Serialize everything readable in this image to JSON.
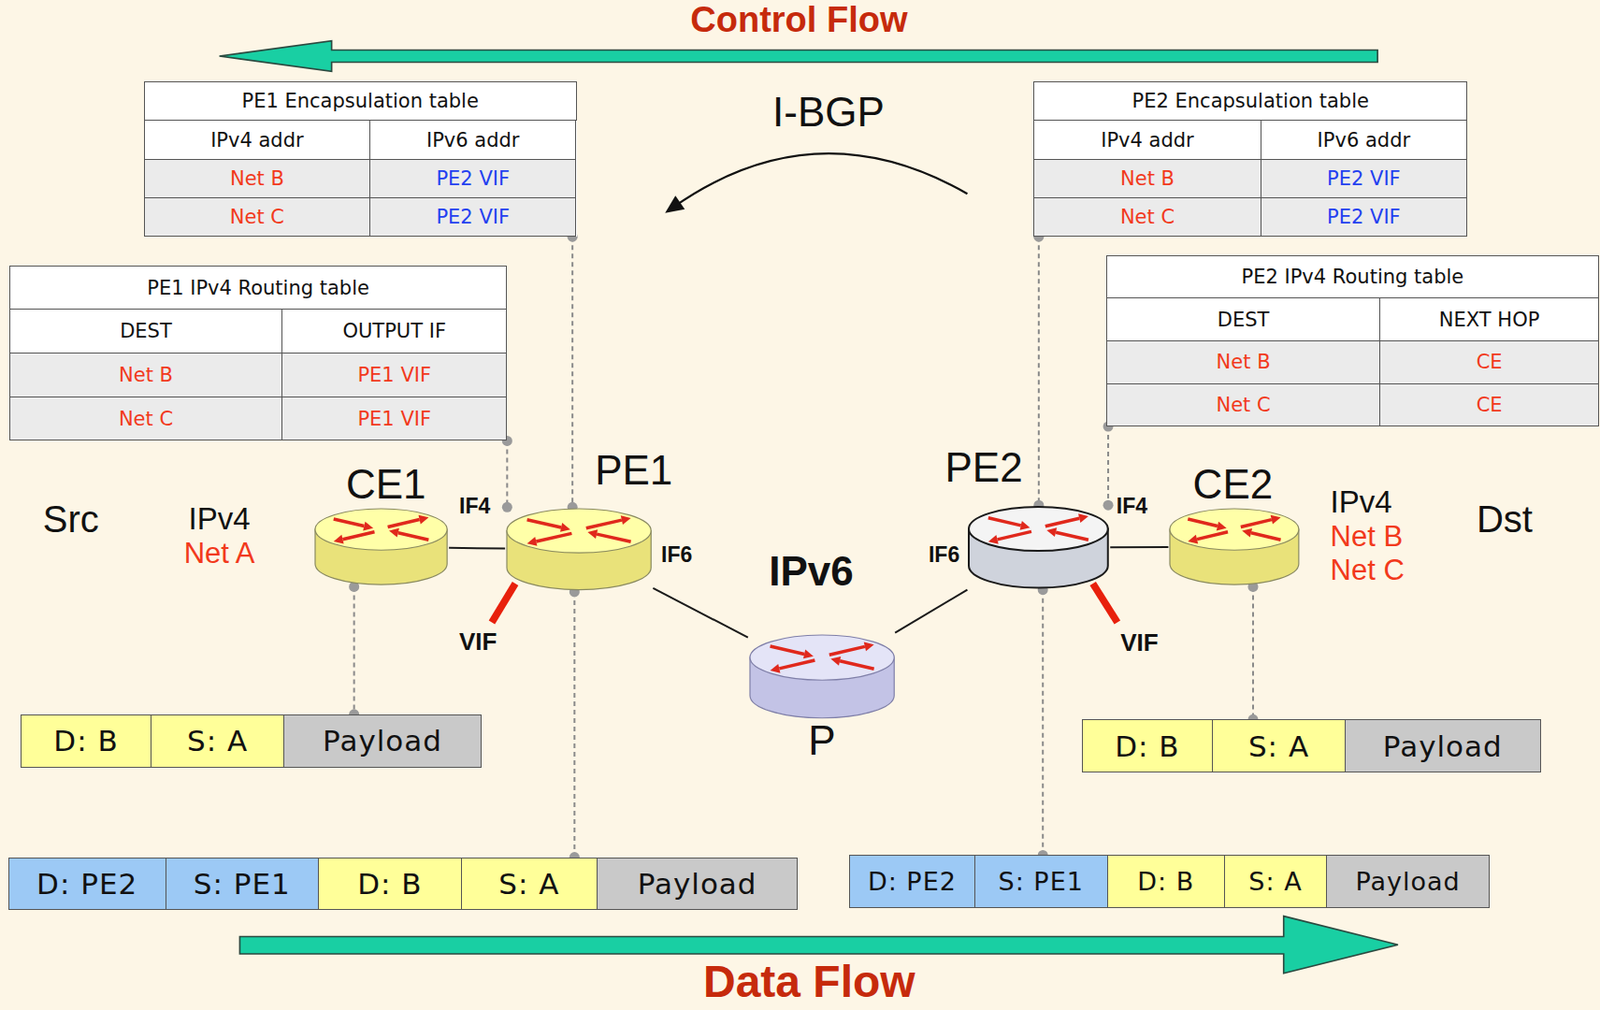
{
  "diagram": {
    "nodes": [
      {
        "text": [
          "PE1 Encapsulation table",
          "IPv4 addr",
          "IPv6 addr",
          "Net B",
          "PE2 VIF",
          "Net C",
          "PE2 VIF"
        ]
      },
      {
        "text": [
          "PE2 Encapsulation table",
          "IPv4 addr",
          "IPv6 addr",
          "Net B",
          "PE2 VIF",
          "Net C",
          "PE2 VIF"
        ]
      },
      {
        "text": [
          "PE1 IPv4 Routing table",
          "DEST",
          "OUTPUT IF",
          "Net B",
          "PE1 VIF",
          "Net C",
          "PE1 VIF"
        ]
      },
      {
        "text": [
          "PE2 IPv4 Routing table",
          "DEST",
          "NEXT HOP",
          "Net B",
          "CE",
          "Net C",
          "CE"
        ]
      },
      {
        "text": [
          "IPv4",
          "Net A"
        ]
      },
      {
        "text": [
          "CE1"
        ]
      },
      {
        "text": [
          "PE1"
        ]
      },
      {
        "text": [
          "IPv6"
        ]
      },
      {
        "text": [
          "P"
        ],
        "in": 7
      },
      {
        "text": [
          "PE2"
        ]
      },
      {
        "text": [
          "CE2"
        ]
      },
      {
        "text": [
          "IPv4",
          "Net B",
          "Net C"
        ]
      },
      {
        "text": [
          "D: B",
          "S: A",
          "Payload"
        ]
      },
      {
        "text": [
          "D: B",
          "S: A",
          "Payload"
        ]
      },
      {
        "text": [
          "D: PE2",
          "S: PE1",
          "D: B",
          "S: A",
          "Payload"
        ]
      },
      {
        "text": [
          "D: PE2",
          "S: PE1",
          "D: B",
          "S: A",
          "Payload"
        ]
      }
    ],
    "edges": [
      {
        "from": 5,
        "to": 6,
        "arrow": "none"
      },
      {
        "from": 6,
        "to": 8,
        "arrow": "none"
      },
      {
        "from": 8,
        "to": 9,
        "arrow": "none"
      },
      {
        "from": 9,
        "to": 10,
        "arrow": "none"
      },
      {
        "from": 0,
        "to": 6,
        "arrow": "none"
      },
      {
        "from": 2,
        "to": 6,
        "arrow": "none"
      },
      {
        "from": 1,
        "to": 9,
        "arrow": "none"
      },
      {
        "from": 3,
        "to": 9,
        "arrow": "none"
      },
      {
        "from": 5,
        "to": 12,
        "arrow": "none"
      },
      {
        "from": 6,
        "to": 14,
        "arrow": "none"
      },
      {
        "from": 9,
        "to": 15,
        "arrow": "none"
      },
      {
        "from": 10,
        "to": 13,
        "arrow": "none"
      }
    ],
    "labels": [
      "Control Flow",
      "I-BGP",
      "Src",
      "IF4",
      "IF6",
      "VIF",
      "IF6",
      "IF4",
      "VIF",
      "Dst",
      "Data Flow"
    ]
  }
}
